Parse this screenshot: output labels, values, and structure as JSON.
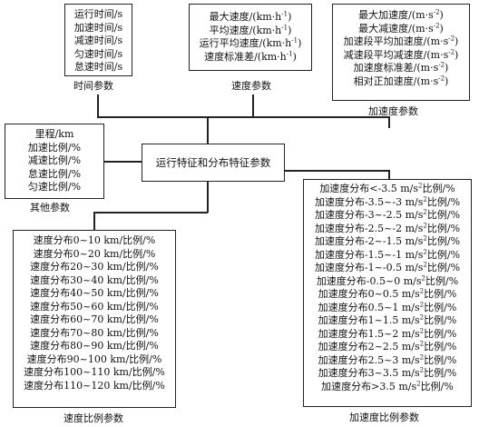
{
  "time_params": {
    "title": "时间参数",
    "items": [
      "运行时间/s",
      "加速时间/s",
      "减速时间/s",
      "匀速时间/s",
      "怠速时间/s"
    ]
  },
  "speed_params": {
    "title": "速度参数",
    "items": [
      {
        "text": "最大速度/(km·h",
        "sup": "-1",
        "tail": ")"
      },
      {
        "text": "平均速度/(km·h",
        "sup": "-1",
        "tail": ")"
      },
      {
        "text": "运行平均速度/(km·h",
        "sup": "-1",
        "tail": ")"
      },
      {
        "text": "速度标准差/(km·h",
        "sup": "-1",
        "tail": ")"
      }
    ]
  },
  "accel_params": {
    "title": "加速度参数",
    "items": [
      {
        "text": "最大加速度/(m·s",
        "sup": "-2",
        "tail": ")"
      },
      {
        "text": "最大减速度/(m·s",
        "sup": "-2",
        "tail": ")"
      },
      {
        "text": "加速段平均加速度/(m·s",
        "sup": "-2",
        "tail": ")"
      },
      {
        "text": "减速段平均减速度/(m·s",
        "sup": "-2",
        "tail": ")"
      },
      {
        "text": "加速度标准差/(m·s",
        "sup": "-2",
        "tail": ")"
      },
      {
        "text": "相对正加速度/(m·s",
        "sup": "-2",
        "tail": ")"
      }
    ]
  },
  "other_params": {
    "title": "其他参数",
    "items": [
      "里程/km",
      "加速比例/%",
      "减速比例/%",
      "怠速比例/%",
      "匀速比例/%"
    ]
  },
  "center": {
    "label": "运行特征和分布特征参数"
  },
  "speed_ratio": {
    "title": "速度比例参数",
    "items": [
      "速度分布0~10 km/比例/%",
      "速度分布0~20 km/比例/%",
      "速度分布20~30 km/比例/%",
      "速度分布30~40 km/比例/%",
      "速度分布40~50 km/比例/%",
      "速度分布50~60 km/比例/%",
      "速度分布60~70 km/比例/%",
      "速度分布70~80 km/比例/%",
      "速度分布80~90 km/比例/%",
      "速度分布90~100 km/比例/%",
      "速度分布100~110 km/比例/%",
      "速度分布110~120 km/比例/%"
    ]
  },
  "accel_ratio": {
    "title": "加速度比例参数",
    "items": [
      {
        "text": "加速度分布<-3.5 m/s",
        "sup": "2",
        "tail": "比例/%"
      },
      {
        "text": "加速度分布-3.5~-3 m/s",
        "sup": "2",
        "tail": "比例/%"
      },
      {
        "text": "加速度分布-3~-2.5 m/s",
        "sup": "2",
        "tail": "比例/%"
      },
      {
        "text": "加速度分布-2.5~-2 m/s",
        "sup": "2",
        "tail": "比例/%"
      },
      {
        "text": "加速度分布-2~-1.5 m/s",
        "sup": "2",
        "tail": "比例/%"
      },
      {
        "text": "加速度分布-1.5~-1 m/s",
        "sup": "2",
        "tail": "比例/%"
      },
      {
        "text": "加速度分布-1~-0.5 m/s",
        "sup": "2",
        "tail": "比例/%"
      },
      {
        "text": "加速度分布-0.5~0 m/s",
        "sup": "2",
        "tail": "比例/%"
      },
      {
        "text": "加速度分布0~0.5 m/s",
        "sup": "2",
        "tail": "比例/%"
      },
      {
        "text": "加速度分布0.5~1 m/s",
        "sup": "2",
        "tail": "比例/%"
      },
      {
        "text": "加速度分布1~1.5 m/s",
        "sup": "2",
        "tail": "比例/%"
      },
      {
        "text": "加速度分布1.5~2 m/s",
        "sup": "2",
        "tail": "比例/%"
      },
      {
        "text": "加速度分布2~2.5 m/s",
        "sup": "2",
        "tail": "比例/%"
      },
      {
        "text": "加速度分布2.5~3 m/s",
        "sup": "2",
        "tail": "比例/%"
      },
      {
        "text": "加速度分布3~3.5 m/s",
        "sup": "2",
        "tail": "比例/%"
      },
      {
        "text": "加速度分布>3.5 m/s",
        "sup": "2",
        "tail": "比例/%"
      }
    ]
  }
}
